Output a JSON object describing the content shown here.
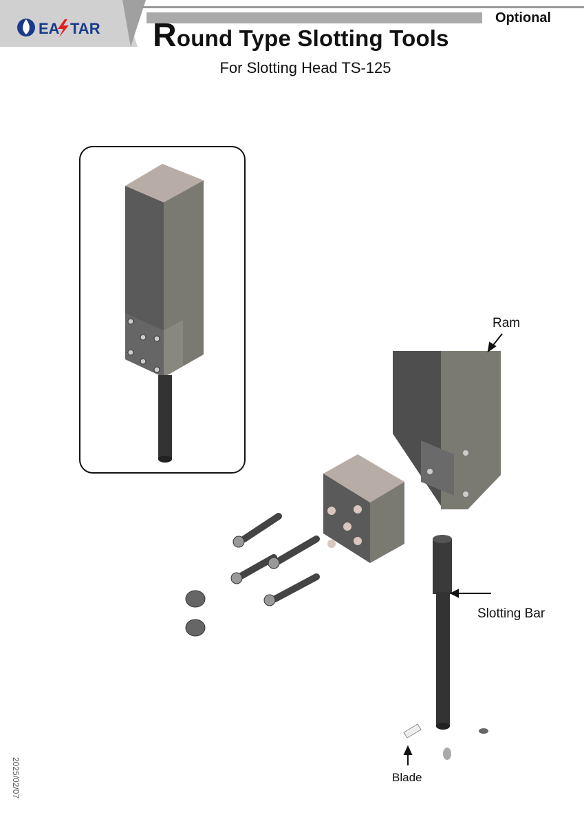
{
  "header": {
    "logo_text": "EASTAR",
    "title_initial": "R",
    "title_rest": "ound Type Slotting Tools",
    "badge": "Optional",
    "subtitle": "For Slotting Head  TS-125"
  },
  "labels": {
    "ram": "Ram",
    "slotting_bar": "Slotting Bar",
    "blade": "Blade"
  },
  "footer": {
    "date": "2025/02/07"
  },
  "colors": {
    "header_gray": "#c8c8c8",
    "bar_gray": "#a8a8a8",
    "logo_blue": "#1a3a8c",
    "logo_red": "#e02020"
  }
}
